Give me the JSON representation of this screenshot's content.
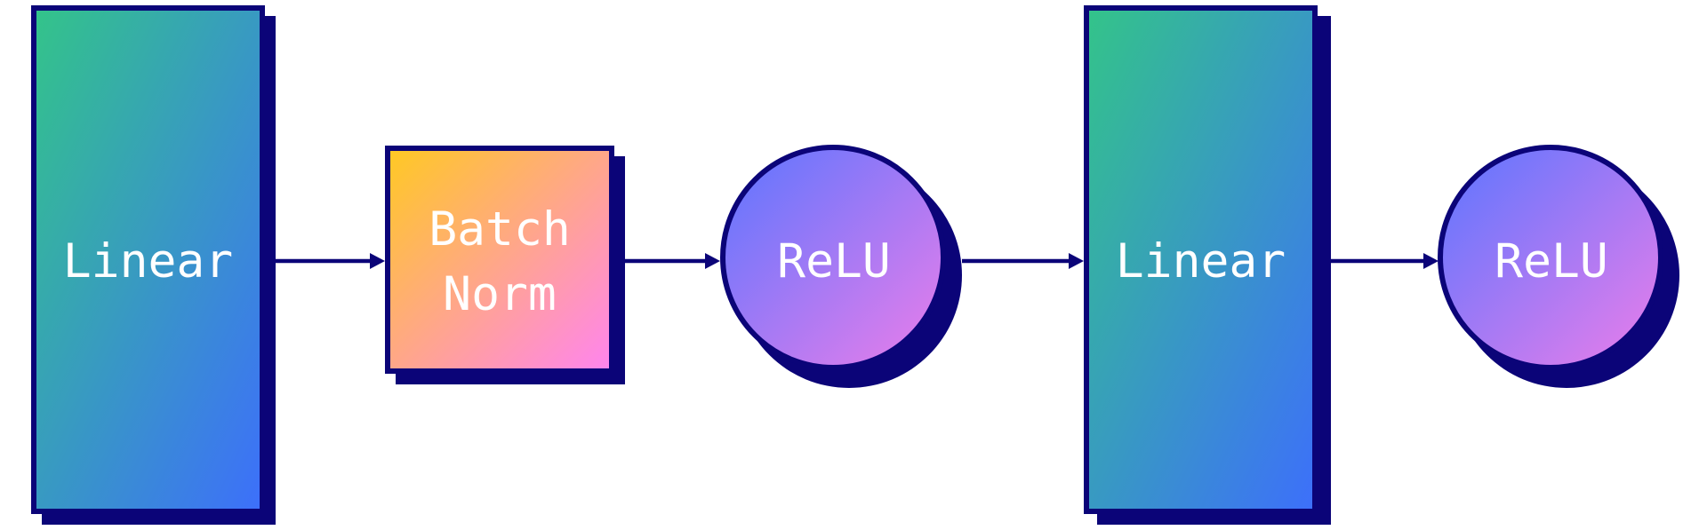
{
  "diagram": {
    "title": "",
    "colors": {
      "outline": "#0b0478",
      "shadow": "#0b0478",
      "arrow": "#0b0478",
      "text": "#ffffff",
      "linear_gradient": [
        "#33c489",
        "#3d6ffb"
      ],
      "batchnorm_gradient": [
        "#ffc922",
        "#ff84f0"
      ],
      "relu_gradient": [
        "#5a75ff",
        "#ec7eea"
      ]
    },
    "nodes": [
      {
        "id": "linear-1",
        "type": "linear",
        "shape": "tall-rect",
        "lines": [
          "Linear"
        ]
      },
      {
        "id": "batchnorm-1",
        "type": "batchnorm",
        "shape": "square",
        "lines": [
          "Batch",
          "Norm"
        ]
      },
      {
        "id": "relu-1",
        "type": "relu",
        "shape": "circle",
        "lines": [
          "ReLU"
        ]
      },
      {
        "id": "linear-2",
        "type": "linear",
        "shape": "tall-rect",
        "lines": [
          "Linear"
        ]
      },
      {
        "id": "relu-2",
        "type": "relu",
        "shape": "circle",
        "lines": [
          "ReLU"
        ]
      }
    ],
    "edges": [
      {
        "from": "linear-1",
        "to": "batchnorm-1"
      },
      {
        "from": "batchnorm-1",
        "to": "relu-1"
      },
      {
        "from": "relu-1",
        "to": "linear-2"
      },
      {
        "from": "linear-2",
        "to": "relu-2"
      }
    ]
  }
}
